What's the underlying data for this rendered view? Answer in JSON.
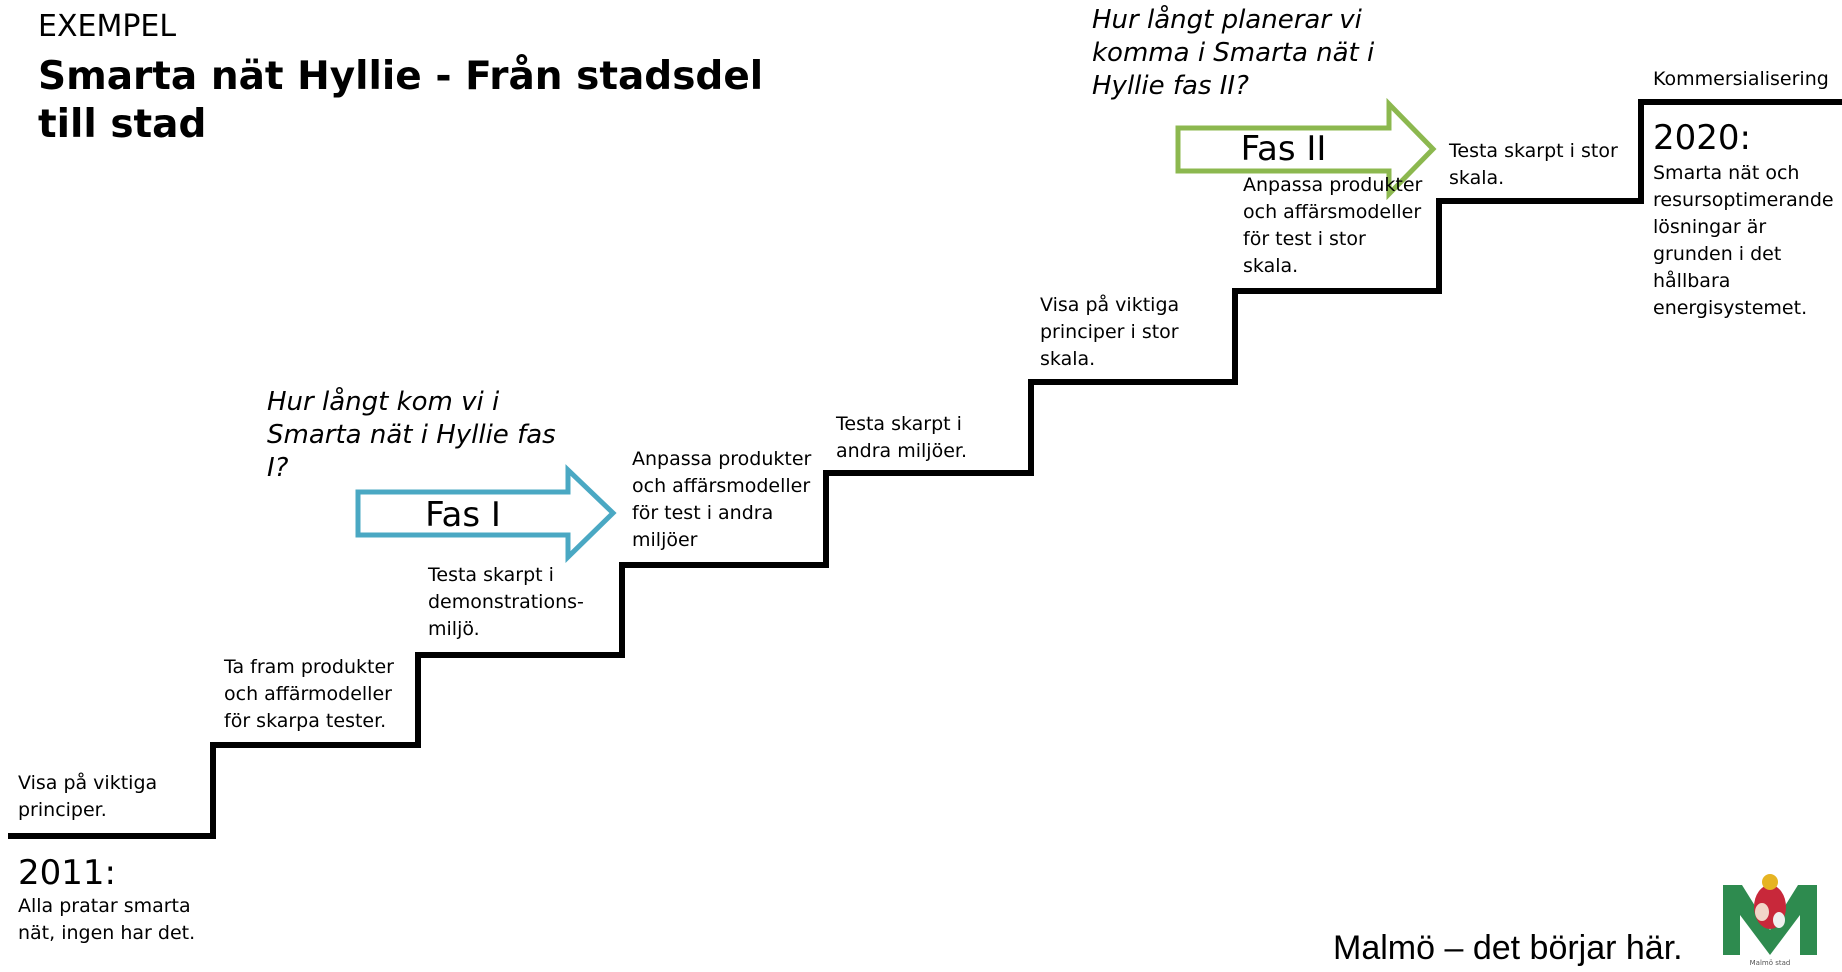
{
  "header": {
    "overline": "EXEMPEL",
    "title": "Smarta nät Hyllie - Från stadsdel till stad"
  },
  "steps": [
    {
      "text": "Visa på viktiga\nprinciper."
    },
    {
      "text": "Ta fram produkter\noch affärmodeller\nför skarpa tester."
    },
    {
      "text": "Testa skarpt i\ndemonstrations-\nmiljö."
    },
    {
      "text": "Anpassa produkter\noch affärsmodeller\nför test i andra\nmiljöer"
    },
    {
      "text": "Testa skarpt i\nandra miljöer."
    },
    {
      "text": "Visa på viktiga\nprinciper i stor\nskala."
    },
    {
      "text": "Anpassa produkter\noch affärsmodeller\nför test i stor\nskala."
    },
    {
      "text": "Testa skarpt i stor\nskala."
    }
  ],
  "start": {
    "year": "2011:",
    "text": "Alla pratar smarta\nnät, ingen har det."
  },
  "end": {
    "top_label": "Kommersialisering",
    "year": "2020:",
    "text": "Smarta nät och\nresursoptimerande\nlösningar är\ngrunden i det\nhållbara\nenergisystemet."
  },
  "phase1": {
    "question": "Hur långt kom vi i\nSmarta nät i Hyllie fas\nI?",
    "arrow_label": "Fas I",
    "color": "#4aa8c3"
  },
  "phase2": {
    "question": "Hur långt planerar vi\nkomma i Smarta nät i\nHyllie fas II?",
    "arrow_label": "Fas II",
    "color": "#8cb84f"
  },
  "footer": {
    "text": "Malmö – det börjar här.",
    "logo_text": "Malmö stad"
  }
}
